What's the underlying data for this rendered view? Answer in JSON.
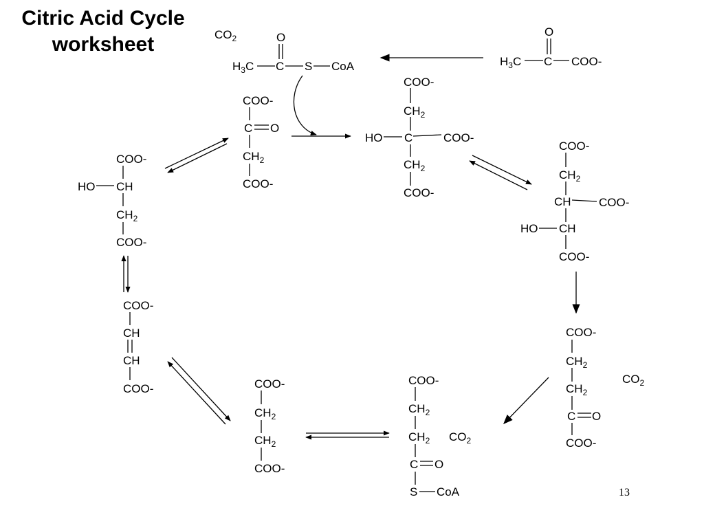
{
  "title": {
    "line1": "Citric Acid Cycle",
    "line2": "worksheet"
  },
  "page_number": "13",
  "labels": {
    "coo": "COO-",
    "ch": "CH",
    "ch2": "CH",
    "ch2_sub": "2",
    "c": "C",
    "o": "O",
    "ho": "HO",
    "s": "S",
    "coa": "CoA",
    "h3c_h": "H",
    "h3c_sub": "3",
    "h3c_c": "C",
    "co2_co": "CO",
    "co2_sub": "2"
  },
  "molecules": [
    {
      "name": "pyruvate",
      "formula": "H3C-C(=O)-COO-"
    },
    {
      "name": "acetyl-coa",
      "formula": "H3C-C(=O)-S-CoA"
    },
    {
      "name": "citrate",
      "formula": "COO- / CH2 / HO-C-COO- / CH2 / COO-"
    },
    {
      "name": "isocitrate",
      "formula": "COO- / CH2 / CH-COO- / HO-CH / COO-"
    },
    {
      "name": "alpha-ketoglutarate",
      "formula": "COO- / CH2 / CH2 / C=O / COO-"
    },
    {
      "name": "succinyl-coa",
      "formula": "COO- / CH2 / CH2 / C=O / S-CoA"
    },
    {
      "name": "succinate",
      "formula": "COO- / CH2 / CH2 / COO-"
    },
    {
      "name": "fumarate",
      "formula": "COO- / CH = CH / COO-"
    },
    {
      "name": "malate",
      "formula": "COO- / HO-CH / CH2 / COO-"
    },
    {
      "name": "oxaloacetate",
      "formula": "COO- / C=O / CH2 / COO-"
    }
  ]
}
